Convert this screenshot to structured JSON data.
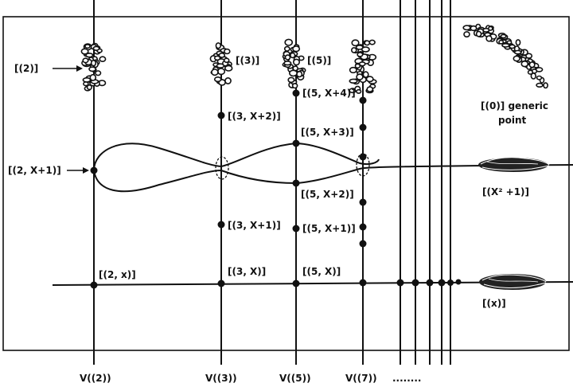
{
  "title": "",
  "fibers": [
    {
      "id": "2",
      "axis_label": "V((2))"
    },
    {
      "id": "3",
      "axis_label": "V((3))"
    },
    {
      "id": "5",
      "axis_label": "V((5))"
    },
    {
      "id": "7",
      "axis_label": "V((7))"
    }
  ],
  "ellipsis": "........",
  "labels": {
    "ideal_2": "[(2)]",
    "ideal_3": "[(3)]",
    "ideal_5": "[(5)]",
    "ideal_2_x1": "[(2, X+1)]",
    "ideal_3_x2": "[(3, X+2)]",
    "ideal_3_x1": "[(3, X+1)]",
    "ideal_5_x4": "[(5, X+4)]",
    "ideal_5_x3": "[(5, X+3)]",
    "ideal_5_x2": "[(5, X+2)]",
    "ideal_5_x1": "[(5, X+1)]",
    "ideal_2_x": "[(2, x)]",
    "ideal_3_x": "[(3, X)]",
    "ideal_5_x": "[(5, X)]",
    "generic_label_1": "[(0)] generic",
    "generic_label_2": "point",
    "ideal_x2_1": "[(X² +1)]",
    "ideal_x": "[(x)]"
  }
}
